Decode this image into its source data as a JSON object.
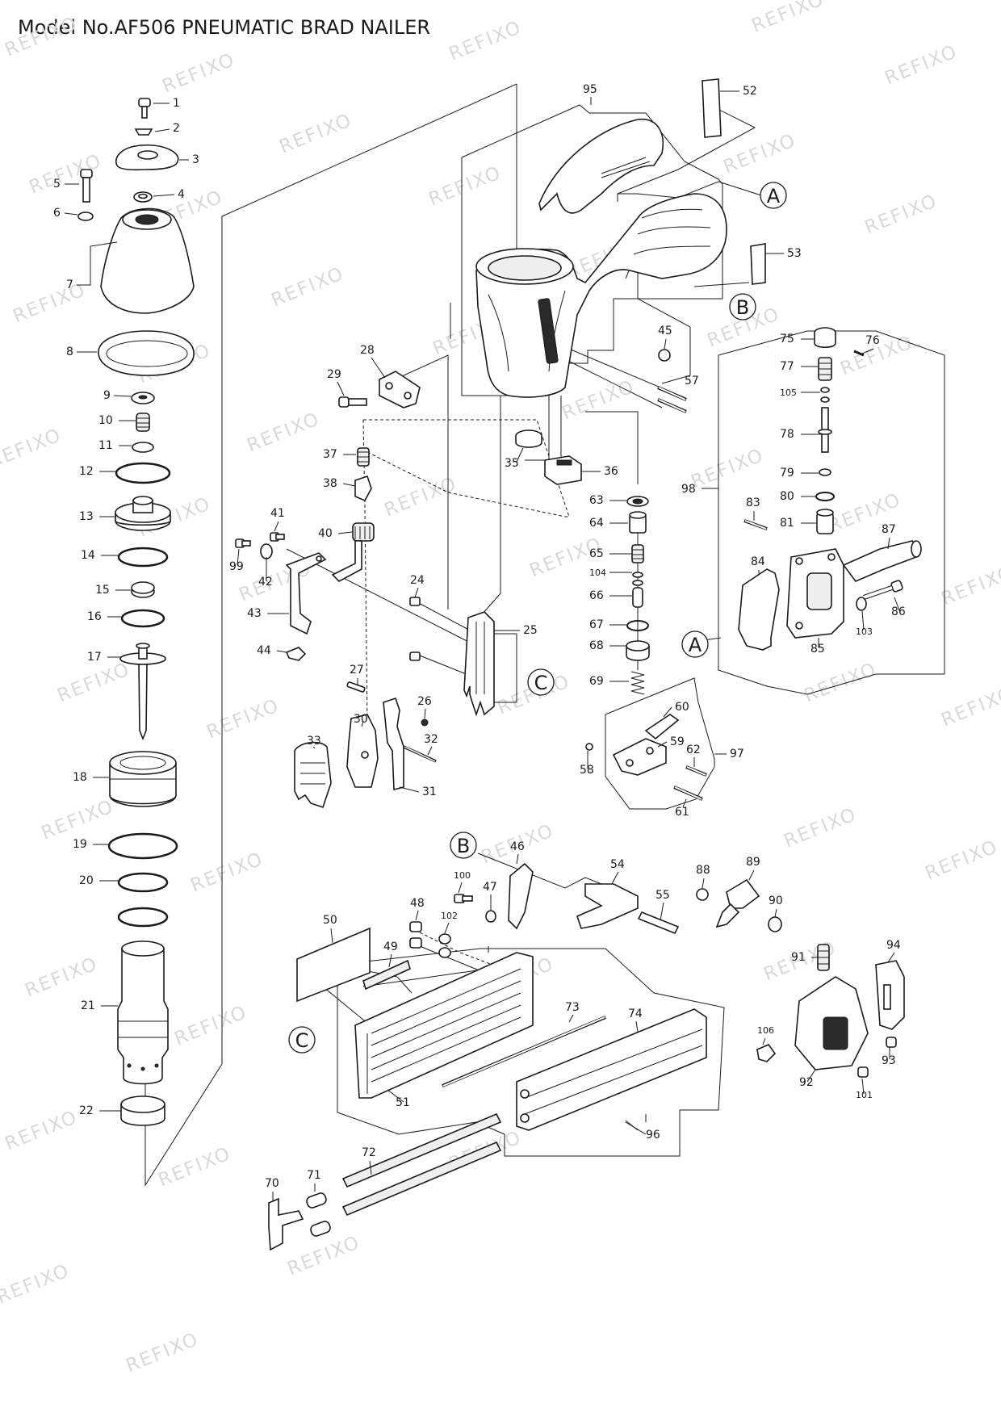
{
  "title": "Model No.AF506 PNEUMATIC BRAD NAILER",
  "watermark": "REFIXO",
  "callouts": [
    "A",
    "B",
    "C"
  ],
  "parts": [
    "1",
    "2",
    "3",
    "4",
    "5",
    "6",
    "7",
    "8",
    "9",
    "10",
    "11",
    "12",
    "13",
    "14",
    "15",
    "16",
    "17",
    "18",
    "19",
    "20",
    "21",
    "22",
    "24",
    "25",
    "26",
    "27",
    "28",
    "29",
    "30",
    "31",
    "32",
    "33",
    "35",
    "36",
    "37",
    "38",
    "40",
    "41",
    "42",
    "43",
    "44",
    "45",
    "46",
    "47",
    "48",
    "49",
    "50",
    "51",
    "52",
    "53",
    "54",
    "55",
    "57",
    "58",
    "59",
    "60",
    "61",
    "62",
    "63",
    "64",
    "65",
    "66",
    "67",
    "68",
    "69",
    "70",
    "71",
    "72",
    "73",
    "74",
    "75",
    "76",
    "77",
    "78",
    "79",
    "80",
    "81",
    "83",
    "84",
    "85",
    "86",
    "87",
    "88",
    "89",
    "90",
    "91",
    "92",
    "93",
    "94",
    "95",
    "96",
    "97",
    "98",
    "99",
    "100",
    "101",
    "102",
    "103",
    "104",
    "105",
    "106"
  ]
}
